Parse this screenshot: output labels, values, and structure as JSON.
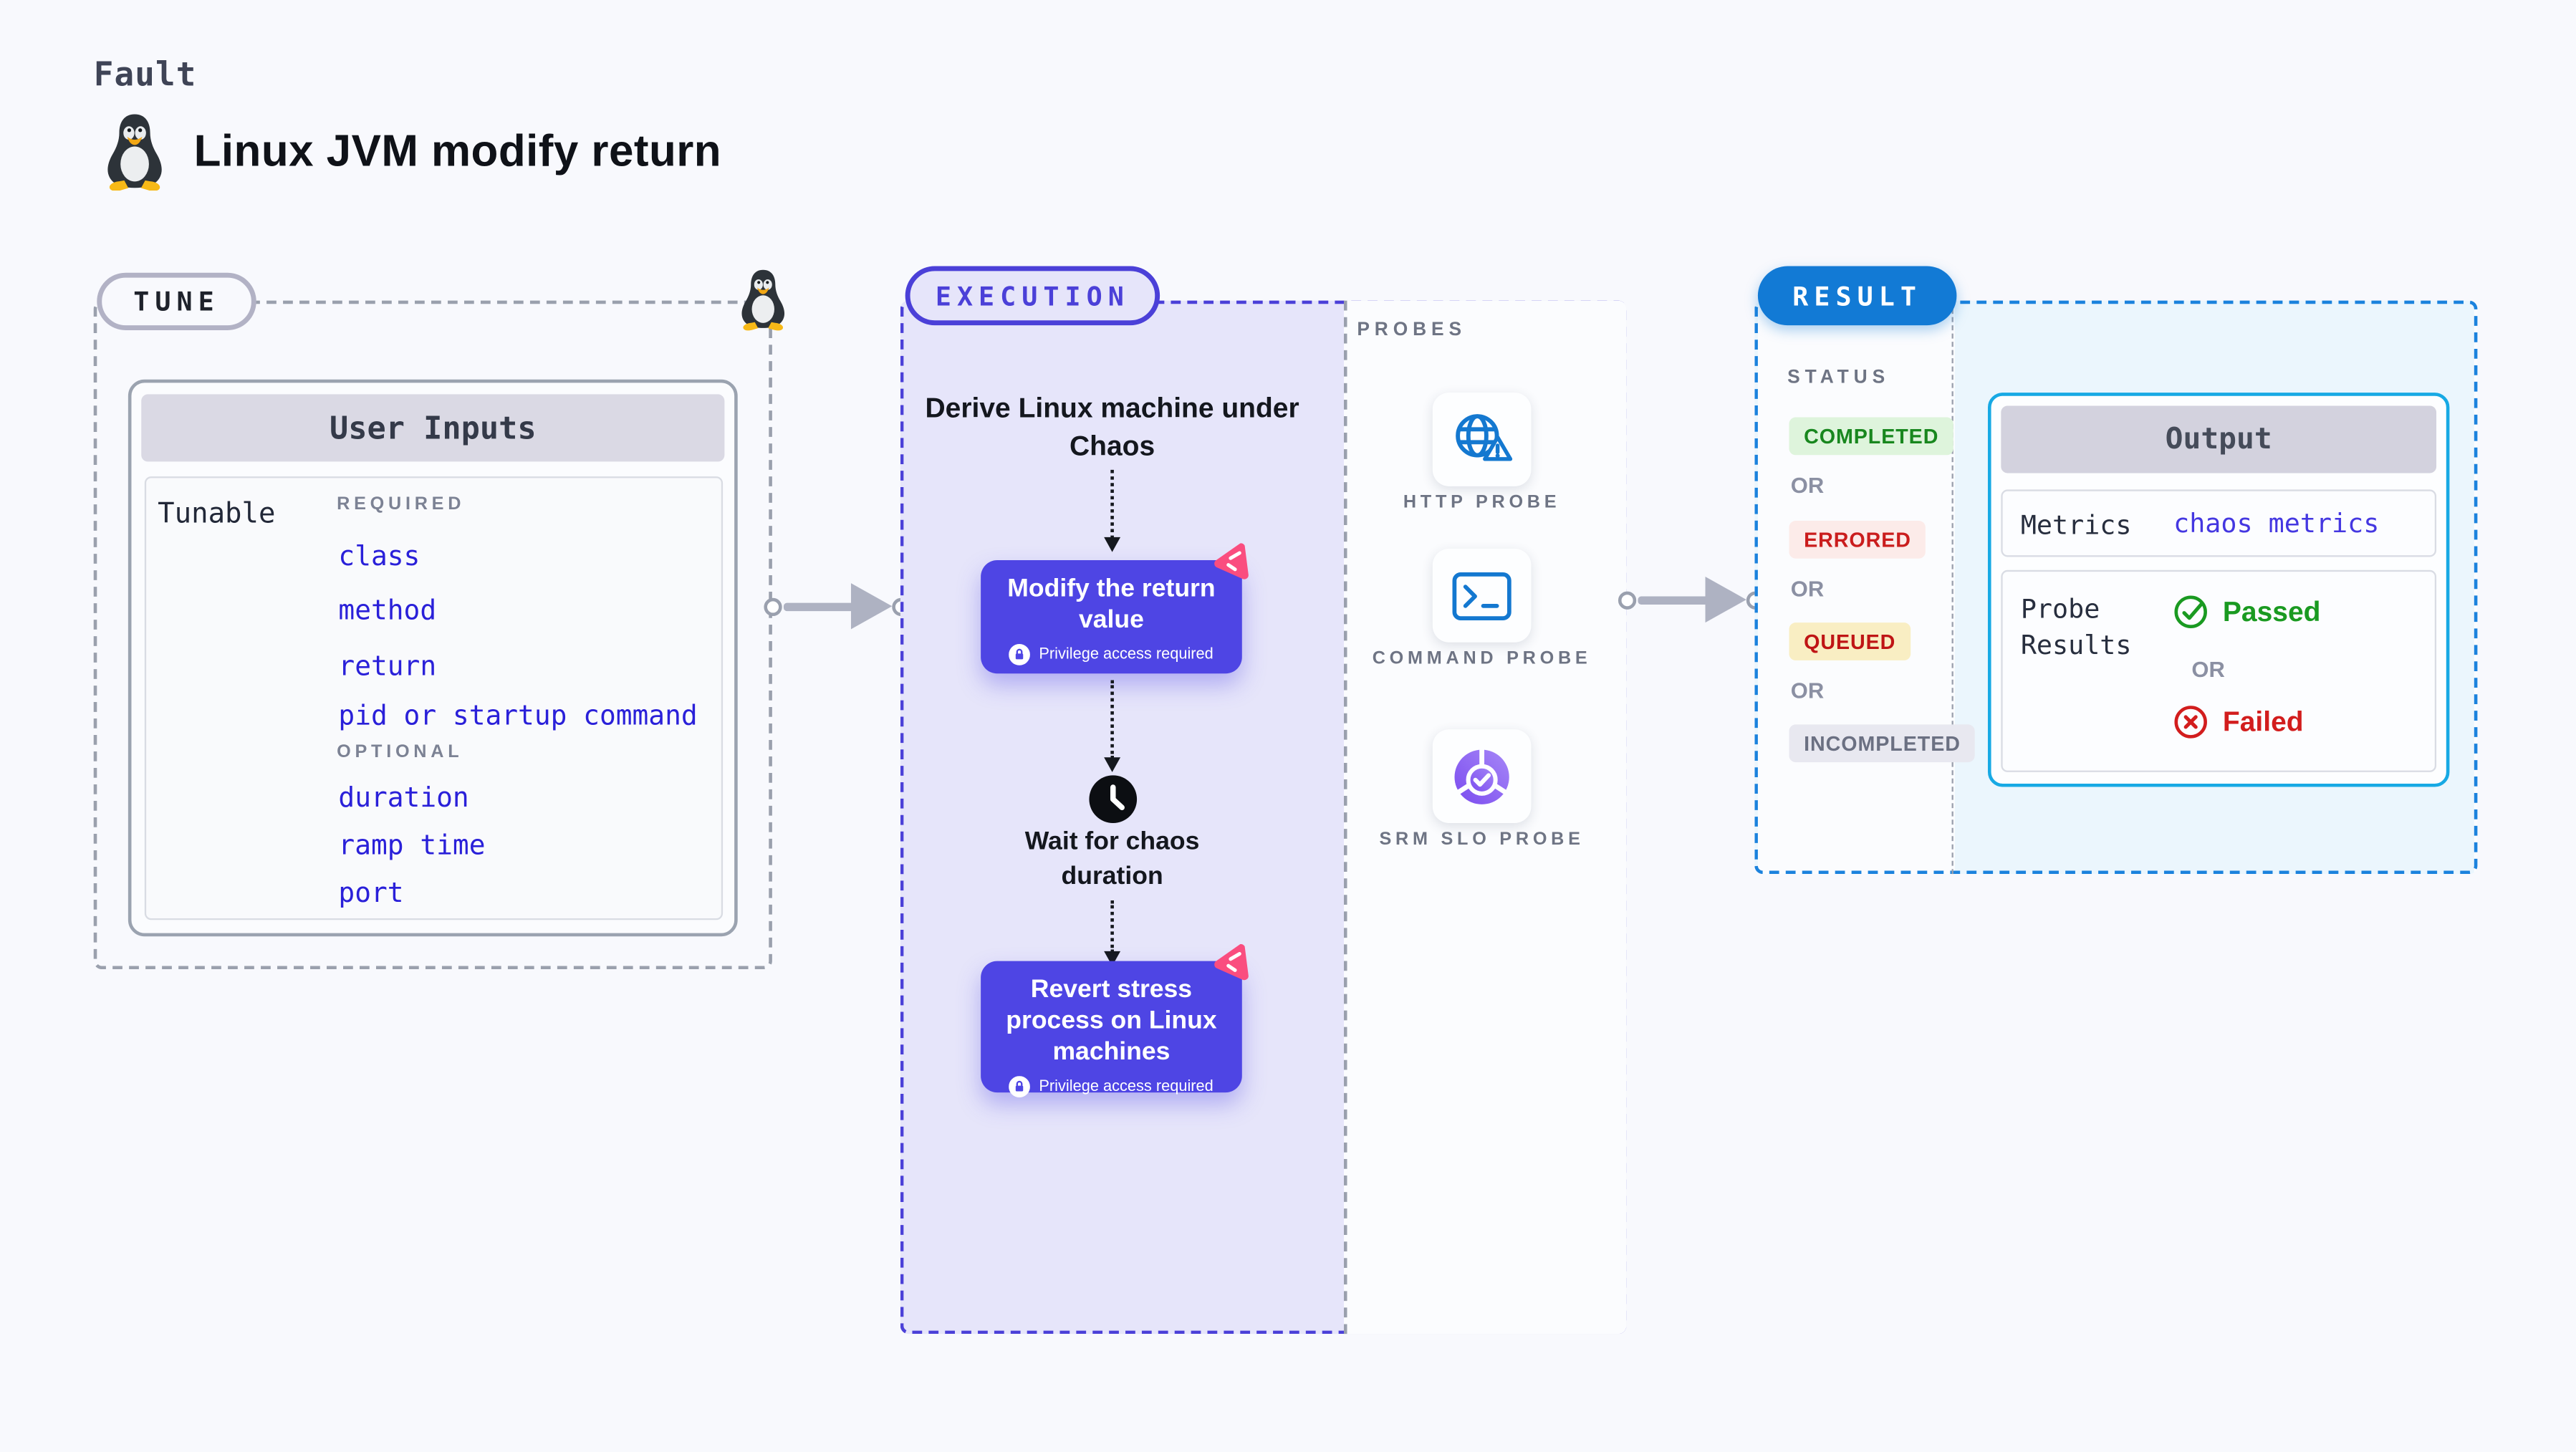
{
  "page": {
    "kicker": "Fault",
    "title": "Linux JVM modify return"
  },
  "labels": {
    "or": "OR"
  },
  "tune": {
    "label": "TUNE",
    "card": {
      "header": "User Inputs",
      "row_label": "Tunable",
      "required_label": "REQUIRED",
      "required_items": [
        "class",
        "method",
        "return",
        "pid or startup command"
      ],
      "optional_label": "OPTIONAL",
      "optional_items": [
        "duration",
        "ramp time",
        "port"
      ]
    }
  },
  "execution": {
    "label": "EXECUTION",
    "step1": "Derive Linux machine under Chaos",
    "action1": {
      "title": "Modify the return value",
      "note": "Privilege access required"
    },
    "wait_step": "Wait for chaos duration",
    "action2": {
      "title": "Revert stress process on Linux machines",
      "note": "Privilege access required"
    }
  },
  "probes": {
    "label": "PROBES",
    "items": [
      {
        "name": "HTTP PROBE",
        "icon": "globe-alert-icon"
      },
      {
        "name": "COMMAND PROBE",
        "icon": "terminal-icon"
      },
      {
        "name": "SRM SLO PROBE",
        "icon": "slo-donut-icon"
      }
    ]
  },
  "result": {
    "label": "RESULT",
    "status": {
      "label": "STATUS",
      "badges": [
        {
          "text": "COMPLETED",
          "type": "success"
        },
        {
          "text": "ERRORED",
          "type": "error"
        },
        {
          "text": "QUEUED",
          "type": "warning"
        },
        {
          "text": "INCOMPLETED",
          "type": "neutral"
        }
      ]
    },
    "output": {
      "header": "Output",
      "metrics_label": "Metrics",
      "metrics_value": "chaos metrics",
      "probe_results_label": "Probe Results",
      "passed": "Passed",
      "failed": "Failed"
    }
  },
  "colors": {
    "accent_violet": "#4b40d8",
    "button_violet": "#4e45e4",
    "accent_pink": "#fa4d7f",
    "result_blue": "#127ad5",
    "output_cyan": "#17a9e4",
    "success_green": "#1a9a21",
    "error_red": "#d21d1d",
    "probe_blue": "#1478d0",
    "slo_purple": "#8a5cf5"
  }
}
